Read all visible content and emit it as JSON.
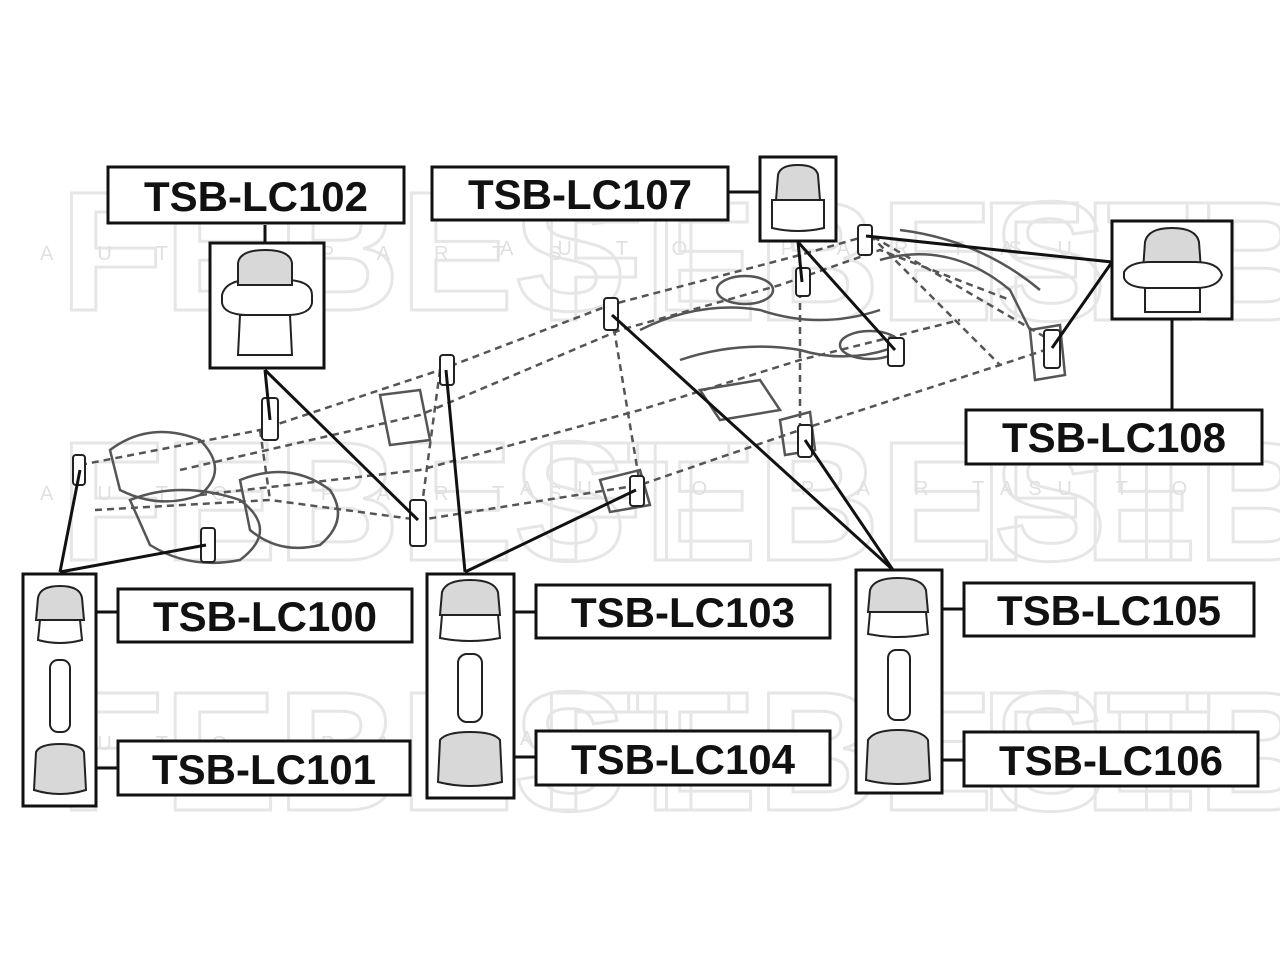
{
  "diagram": {
    "watermark": {
      "brand": "FEBEST",
      "sub": "AUTO PARTS"
    },
    "labels": {
      "tsb_lc100": "TSB-LC100",
      "tsb_lc101": "TSB-LC101",
      "tsb_lc102": "TSB-LC102",
      "tsb_lc103": "TSB-LC103",
      "tsb_lc104": "TSB-LC104",
      "tsb_lc105": "TSB-LC105",
      "tsb_lc106": "TSB-LC106",
      "tsb_lc107": "TSB-LC107",
      "tsb_lc108": "TSB-LC108"
    },
    "colors": {
      "ink": "#111111",
      "watermark": "#e6e6e6",
      "background": "#ffffff"
    }
  }
}
